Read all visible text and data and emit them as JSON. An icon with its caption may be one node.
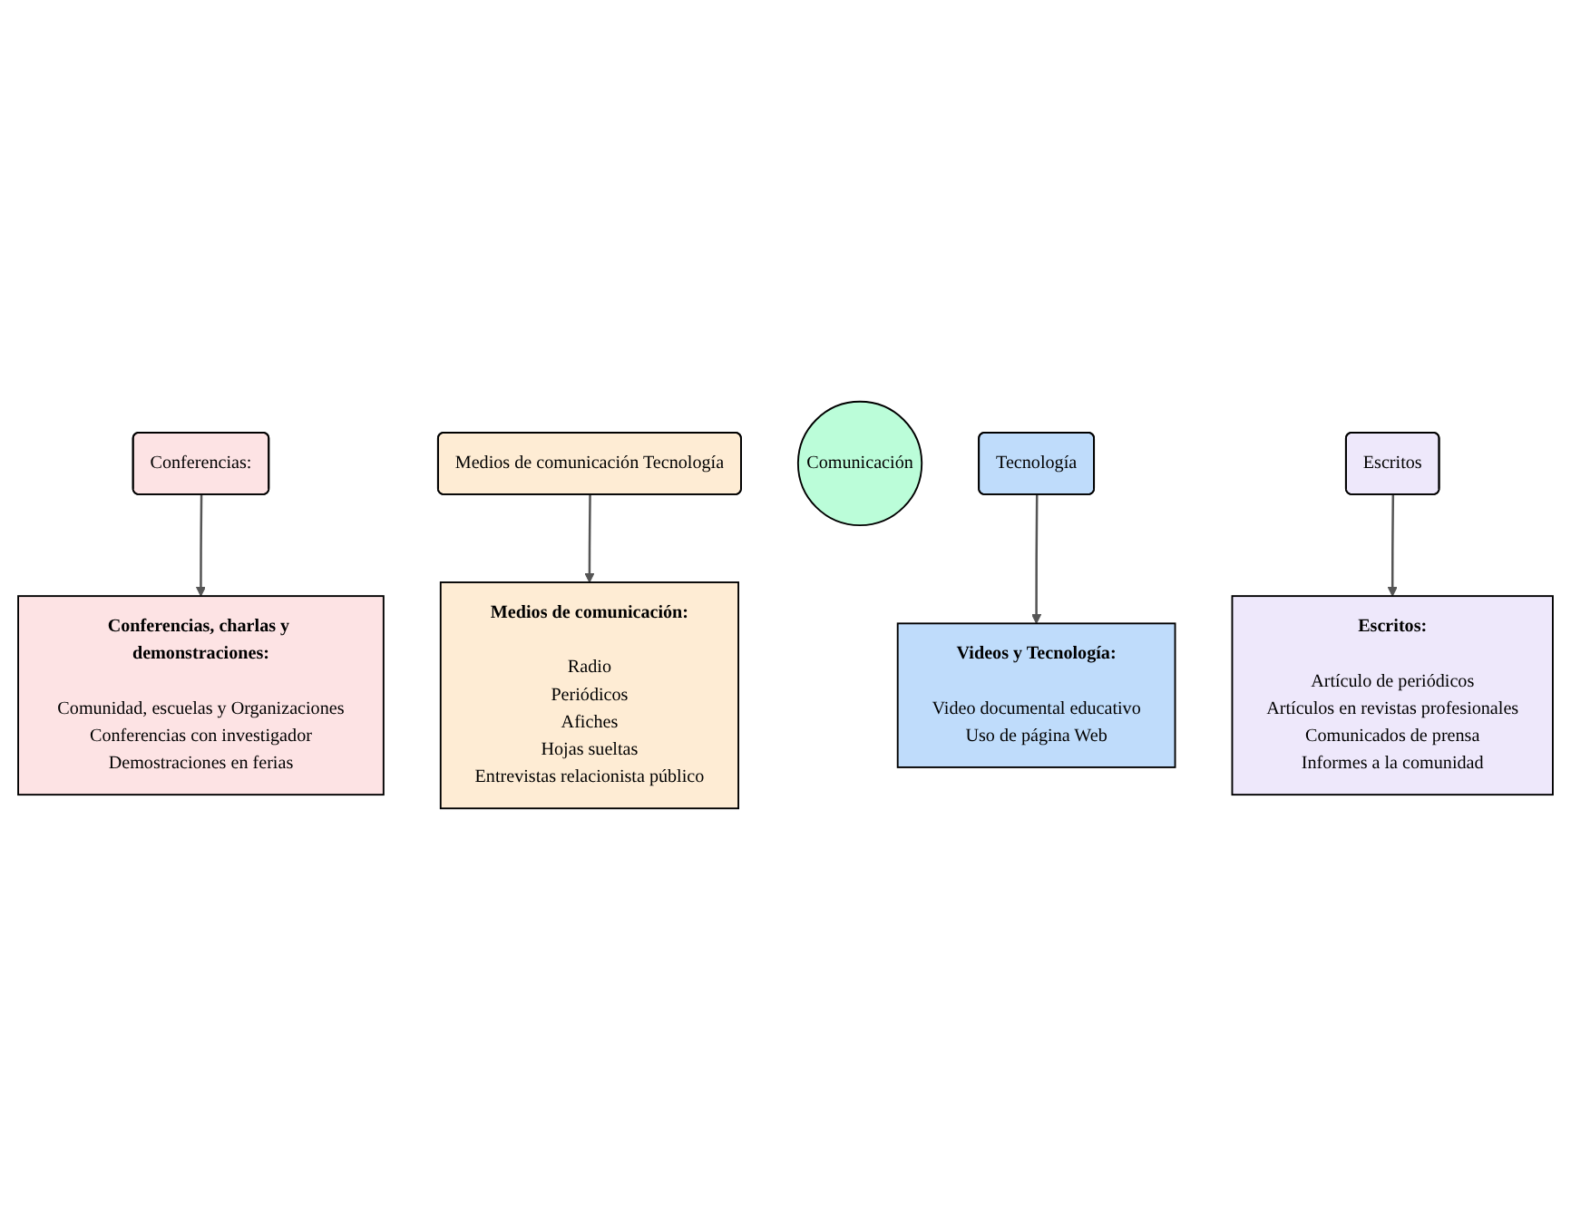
{
  "diagram": {
    "nodes": [
      {
        "text": [
          "Conferencias, charlas y demonstraciones:",
          "Comunidad, escuelas y Organizaciones",
          "Conferencias con investigador",
          "Demostraciones en ferias"
        ]
      },
      {
        "text": [
          "Medios de comunicación:",
          "Radio",
          "Periódicos",
          "Afiches",
          "Hojas sueltas",
          "Entrevistas relacionista público"
        ]
      },
      {
        "text": [
          "Conferencias:"
        ]
      },
      {
        "text": [
          "Medios de comunicación Tecnología"
        ]
      },
      {
        "text": [
          "Comunicación"
        ]
      },
      {
        "text": [
          "Tecnología"
        ]
      },
      {
        "text": [
          "Escritos"
        ]
      },
      {
        "text": [
          "Videos y Tecnología:",
          "Video documental educativo",
          "Uso de página Web"
        ]
      },
      {
        "text": [
          "Escritos:",
          "Artículo de periódicos",
          "Artículos en revistas profesionales",
          "Comunicados de prensa",
          "Informes a la comunidad"
        ]
      }
    ],
    "edges": [
      {
        "from": 2,
        "to": 0,
        "arrow": "to"
      },
      {
        "from": 3,
        "to": 1,
        "arrow": "to"
      },
      {
        "from": 5,
        "to": 7,
        "arrow": "to"
      },
      {
        "from": 6,
        "to": 8,
        "arrow": "to"
      }
    ]
  }
}
